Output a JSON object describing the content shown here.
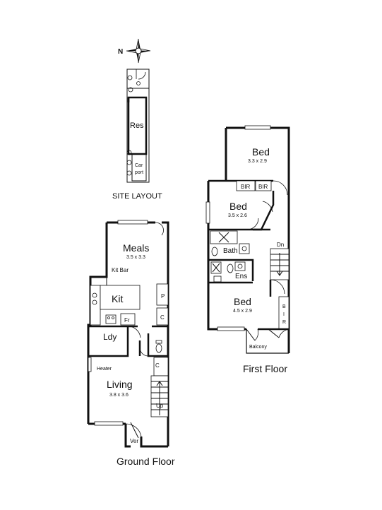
{
  "compass": {
    "north_label": "N"
  },
  "site_layout": {
    "title": "SITE LAYOUT",
    "res_label": "Res",
    "carport_line1": "Car",
    "carport_line2": "port"
  },
  "ground_floor": {
    "title": "Ground Floor",
    "meals": {
      "name": "Meals",
      "dims": "3.5 x 3.3"
    },
    "kit_bar": "Kit Bar",
    "kit": "Kit",
    "pantry": "P",
    "cupboard_1": "C",
    "fridge": "Fr",
    "laundry": "Ldy",
    "cupboard_2": "C",
    "heater": "Heater",
    "living": {
      "name": "Living",
      "dims": "3.8 x 3.6"
    },
    "stairs_up": "Up",
    "vestibule": "Ver"
  },
  "first_floor": {
    "title": "First Floor",
    "bed1": {
      "name": "Bed",
      "dims": "3.3 x 2.9"
    },
    "bir_left": "BIR",
    "bir_right": "BIR",
    "bed2": {
      "name": "Bed",
      "dims": "3.5 x 2.6"
    },
    "bath": "Bath",
    "ensuite": "Ens",
    "stairs_down": "Dn",
    "bed3": {
      "name": "Bed",
      "dims": "4.5 x 2.9"
    },
    "bir_vertical": [
      "B",
      "I",
      "R"
    ],
    "balcony": "Balcony"
  }
}
